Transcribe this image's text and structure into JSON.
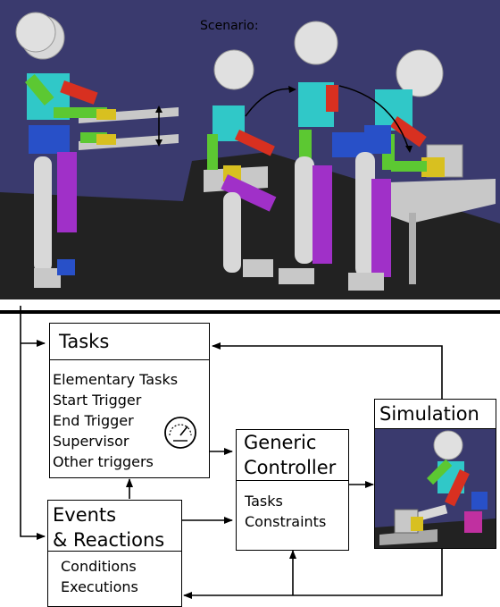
{
  "scene": {
    "label": "Scenario:"
  },
  "tasks_box": {
    "title": "Tasks",
    "items": [
      "Elementary Tasks",
      "Start Trigger",
      "End Trigger",
      "Supervisor",
      "Other triggers"
    ],
    "icon": "gauge-icon"
  },
  "events_box": {
    "title_line1": "Events",
    "title_line2": "& Reactions",
    "items": [
      "Conditions",
      "Executions"
    ]
  },
  "controller_box": {
    "title_line1": "Generic",
    "title_line2": "Controller",
    "items": [
      "Tasks",
      "Constraints"
    ]
  },
  "simulation_box": {
    "title": "Simulation"
  },
  "colors": {
    "scene_background": "#3a3a6e",
    "floor": "#2a2a2a",
    "robot_white": "#d8d8d8",
    "robot_cyan": "#30c8c8",
    "robot_green": "#5cc832",
    "robot_red": "#d83020",
    "robot_blue": "#2850c8",
    "robot_purple": "#a030c8",
    "robot_yellow": "#d8c020"
  }
}
